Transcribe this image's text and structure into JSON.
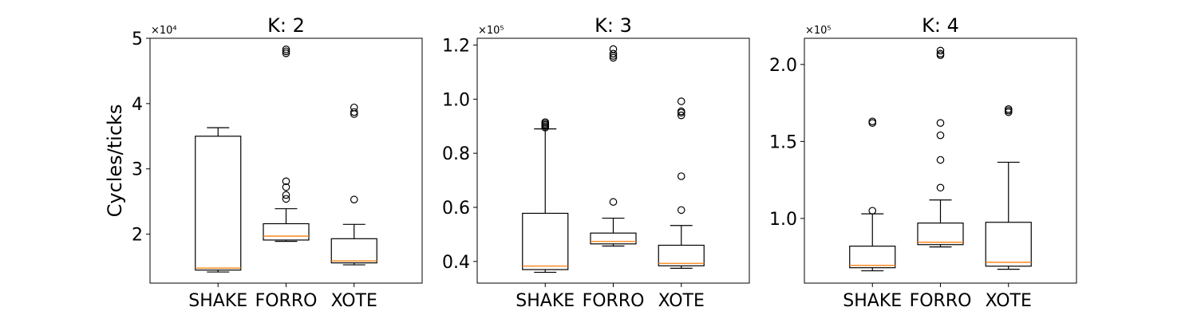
{
  "chart_data": [
    {
      "type": "boxplot",
      "title": "K: 2",
      "ylabel": "Cycles/ticks",
      "categories": [
        "SHAKE",
        "FORRO",
        "XOTE"
      ],
      "ylim": [
        1.25,
        5.0
      ],
      "yticks": [
        2,
        3,
        4,
        5
      ],
      "ytick_labels": [
        "2",
        "3",
        "4",
        "5"
      ],
      "offset_label": "×10⁴",
      "boxes": [
        {
          "whislo": 1.42,
          "q1": 1.45,
          "med": 1.48,
          "q3": 3.5,
          "whishi": 3.63,
          "fliers": []
        },
        {
          "whislo": 1.89,
          "q1": 1.91,
          "med": 1.97,
          "q3": 2.16,
          "whishi": 2.39,
          "fliers": [
            2.54,
            2.6,
            2.72,
            2.81,
            4.77,
            4.8,
            4.83
          ]
        },
        {
          "whislo": 1.53,
          "q1": 1.56,
          "med": 1.59,
          "q3": 1.93,
          "whishi": 2.15,
          "fliers": [
            2.53,
            3.84,
            3.87,
            3.94
          ]
        }
      ]
    },
    {
      "type": "boxplot",
      "title": "K: 3",
      "ylabel": "",
      "categories": [
        "SHAKE",
        "FORRO",
        "XOTE"
      ],
      "ylim": [
        0.32,
        1.225
      ],
      "yticks": [
        0.4,
        0.6,
        0.8,
        1.0,
        1.2
      ],
      "ytick_labels": [
        "0.4",
        "0.6",
        "0.8",
        "1.0",
        "1.2"
      ],
      "offset_label": "×10⁵",
      "boxes": [
        {
          "whislo": 0.36,
          "q1": 0.37,
          "med": 0.383,
          "q3": 0.578,
          "whishi": 0.89,
          "fliers": [
            0.895,
            0.9,
            0.905,
            0.91,
            0.915
          ]
        },
        {
          "whislo": 0.457,
          "q1": 0.465,
          "med": 0.474,
          "q3": 0.505,
          "whishi": 0.56,
          "fliers": [
            0.62,
            1.153,
            1.16,
            1.168,
            1.185
          ]
        },
        {
          "whislo": 0.375,
          "q1": 0.384,
          "med": 0.393,
          "q3": 0.46,
          "whishi": 0.533,
          "fliers": [
            0.59,
            0.715,
            0.94,
            0.95,
            0.955,
            0.992
          ]
        }
      ]
    },
    {
      "type": "boxplot",
      "title": "K: 4",
      "ylabel": "",
      "categories": [
        "SHAKE",
        "FORRO",
        "XOTE"
      ],
      "ylim": [
        0.58,
        2.17
      ],
      "yticks": [
        1.0,
        1.5,
        2.0
      ],
      "ytick_labels": [
        "1.0",
        "1.5",
        "2.0"
      ],
      "offset_label": "×10⁵",
      "boxes": [
        {
          "whislo": 0.66,
          "q1": 0.68,
          "med": 0.695,
          "q3": 0.82,
          "whishi": 1.03,
          "fliers": [
            1.05,
            1.62,
            1.63
          ]
        },
        {
          "whislo": 0.815,
          "q1": 0.83,
          "med": 0.845,
          "q3": 0.97,
          "whishi": 1.12,
          "fliers": [
            1.2,
            1.38,
            1.54,
            1.62,
            2.06,
            2.07,
            2.09
          ]
        },
        {
          "whislo": 0.67,
          "q1": 0.69,
          "med": 0.715,
          "q3": 0.975,
          "whishi": 1.365,
          "fliers": [
            1.69,
            1.7,
            1.71
          ]
        }
      ]
    }
  ],
  "colors": {
    "median": "#ff7f0e",
    "box": "#000000",
    "axes": "#000000"
  }
}
